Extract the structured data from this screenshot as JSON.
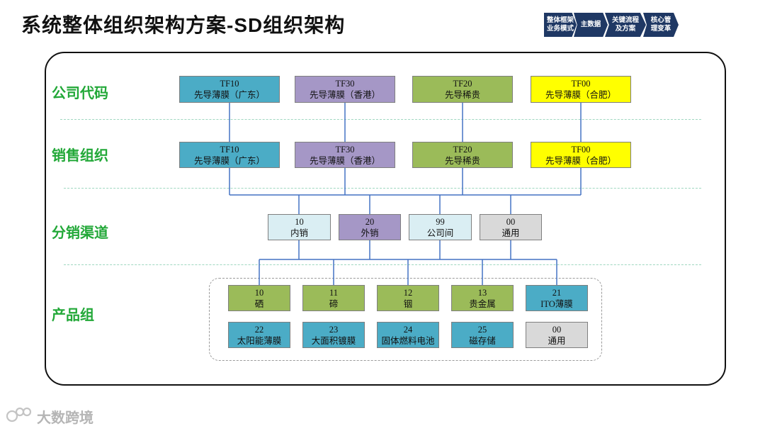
{
  "title": "系统整体组织架构方案-SD组织架构",
  "nav_chevrons": [
    "整体框架\n业务模式",
    "主数据",
    "关键流程\n及方案",
    "核心管\n理变革"
  ],
  "row_labels": {
    "company": "公司代码",
    "sales_org": "销售组织",
    "channel": "分销渠道",
    "division": "产品组"
  },
  "company_codes": [
    {
      "code": "TF10",
      "name": "先导薄膜（广东）",
      "color": "#4bacc6"
    },
    {
      "code": "TF30",
      "name": "先导薄膜（香港）",
      "color": "#a597c6"
    },
    {
      "code": "TF20",
      "name": "先导稀贵",
      "color": "#9bbb59"
    },
    {
      "code": "TF00",
      "name": "先导薄膜（合肥）",
      "color": "#ffff00"
    }
  ],
  "sales_orgs": [
    {
      "code": "TF10",
      "name": "先导薄膜（广东）",
      "color": "#4bacc6"
    },
    {
      "code": "TF30",
      "name": "先导薄膜（香港）",
      "color": "#a597c6"
    },
    {
      "code": "TF20",
      "name": "先导稀贵",
      "color": "#9bbb59"
    },
    {
      "code": "TF00",
      "name": "先导薄膜（合肥）",
      "color": "#ffff00"
    }
  ],
  "channels": [
    {
      "code": "10",
      "name": "内销",
      "color": "#daeef3"
    },
    {
      "code": "20",
      "name": "外销",
      "color": "#a597c6"
    },
    {
      "code": "99",
      "name": "公司间",
      "color": "#daeef3"
    },
    {
      "code": "00",
      "name": "通用",
      "color": "#d9d9d9"
    }
  ],
  "divisions_row1": [
    {
      "code": "10",
      "name": "硒",
      "color": "#9bbb59"
    },
    {
      "code": "11",
      "name": "碲",
      "color": "#9bbb59"
    },
    {
      "code": "12",
      "name": "铟",
      "color": "#9bbb59"
    },
    {
      "code": "13",
      "name": "贵金属",
      "color": "#9bbb59"
    },
    {
      "code": "21",
      "name": "ITO薄膜",
      "color": "#4bacc6"
    }
  ],
  "divisions_row2": [
    {
      "code": "22",
      "name": "太阳能薄膜",
      "color": "#4bacc6"
    },
    {
      "code": "23",
      "name": "大面积镀膜",
      "color": "#4bacc6"
    },
    {
      "code": "24",
      "name": "固体燃料电池",
      "color": "#4bacc6"
    },
    {
      "code": "25",
      "name": "磁存储",
      "color": "#4bacc6"
    },
    {
      "code": "00",
      "name": "通用",
      "color": "#d9d9d9"
    }
  ],
  "watermark": "大数跨境"
}
